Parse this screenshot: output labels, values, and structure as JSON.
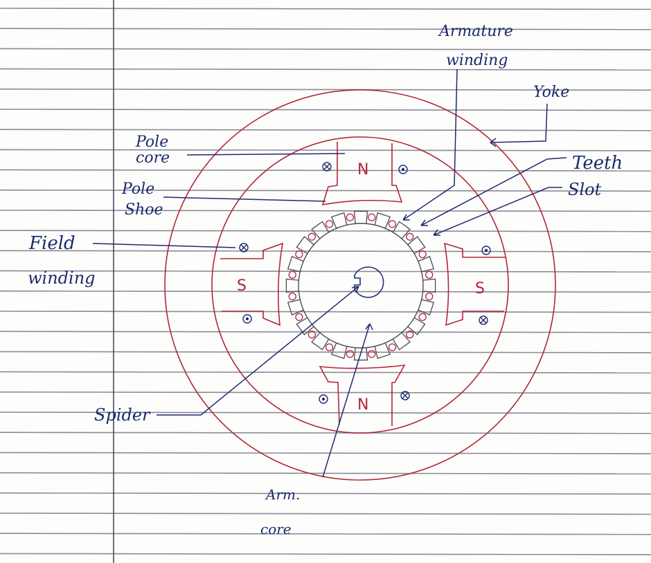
{
  "labels": {
    "armature_winding_1": "Armature",
    "armature_winding_2": "winding",
    "yoke": "Yoke",
    "pole_core_1": "Pole",
    "pole_core_2": "core",
    "teeth": "Teeth",
    "pole_shoe_1": "Pole",
    "pole_shoe_2": "Shoe",
    "slot": "Slot",
    "field_winding_1": "Field",
    "field_winding_2": "winding",
    "spider": "Spider",
    "arm_core_1": "Arm.",
    "arm_core_2": "core"
  },
  "poles": {
    "north_top": "N",
    "north_bottom": "N",
    "south_left": "S",
    "south_right": "S"
  },
  "colors": {
    "ink_blue": "#1c2a6e",
    "ink_red": "#b0263a",
    "ruling_line": "#8a8a9a",
    "margin_line": "#4a4a5a"
  }
}
